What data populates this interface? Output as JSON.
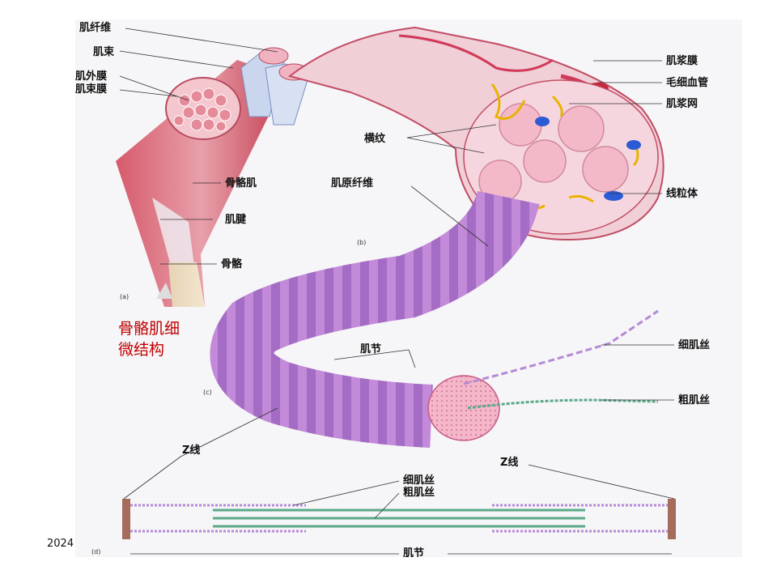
{
  "labels": {
    "muscle_fiber": "肌纤维",
    "fascicle": "肌束",
    "epimysium": "肌外膜",
    "perimysium": "肌束膜",
    "skeletal_muscle": "骨骼肌",
    "tendon": "肌腱",
    "bone": "骨骼",
    "sarcolemma": "肌浆膜",
    "capillary": "毛细血管",
    "sarcoplasmic_reticulum": "肌浆网",
    "striations": "横纹",
    "myofibril": "肌原纤维",
    "mitochondria": "线粒体",
    "sarcomere": "肌节",
    "thin_filament": "细肌丝",
    "thick_filament": "粗肌丝",
    "z_line": "Z线",
    "thin_filament_d": "细肌丝",
    "thick_filament_d": "粗肌丝",
    "sarcomere_d": "肌节"
  },
  "panels": {
    "a": "(a)",
    "b": "(b)",
    "c": "(c)",
    "d": "(d)"
  },
  "side_caption": "骨骼肌细微结构",
  "footer_date": "2024",
  "colors": {
    "caption_red": "#c00000",
    "myofibril_purple": "#b27ad0",
    "muscle_red": "#c8485a"
  }
}
